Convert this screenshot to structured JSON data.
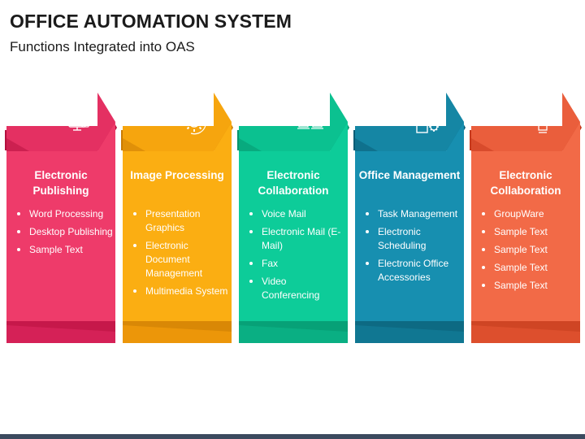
{
  "title": "OFFICE AUTOMATION SYSTEM",
  "subtitle": "Functions Integrated into OAS",
  "cards": [
    {
      "heading": "Electronic Publishing",
      "icon": "computer-publishing-icon",
      "colors": {
        "main": "#ee3b6a",
        "dark": "#b3103e",
        "fold": "#d8245a",
        "bottom": "#c6184a"
      },
      "items": [
        "Word Processing",
        "Desktop Publishing",
        "Sample Text"
      ]
    },
    {
      "heading": "Image Processing",
      "icon": "gear-cycle-icon",
      "colors": {
        "main": "#fbae12",
        "dark": "#c97b04",
        "fold": "#f09a0a",
        "bottom": "#d98806"
      },
      "items": [
        "Presentation Graphics",
        "Electronic Document Management",
        "Multimedia System"
      ]
    },
    {
      "heading": "Electronic Collaboration",
      "icon": "video-conference-icon",
      "colors": {
        "main": "#0dcc99",
        "dark": "#05946c",
        "fold": "#0bb386",
        "bottom": "#07a177"
      },
      "items": [
        "Voice Mail",
        "Electronic Mail (E-Mail)",
        "Fax",
        "Video Conferencing"
      ]
    },
    {
      "heading": "Office Management",
      "icon": "office-building-gear-icon",
      "colors": {
        "main": "#178fb0",
        "dark": "#0a5c75",
        "fold": "#127a96",
        "bottom": "#0d6a83"
      },
      "items": [
        "Task Management",
        "Electronic Scheduling",
        "Electronic Office Accessories"
      ]
    },
    {
      "heading": "Electronic Collaboration",
      "icon": "team-network-icon",
      "colors": {
        "main": "#f26a47",
        "dark": "#c6381c",
        "fold": "#e0512f",
        "bottom": "#cf4524"
      },
      "items": [
        "GroupWare",
        "Sample Text",
        "Sample Text",
        "Sample Text",
        "Sample Text"
      ]
    }
  ]
}
